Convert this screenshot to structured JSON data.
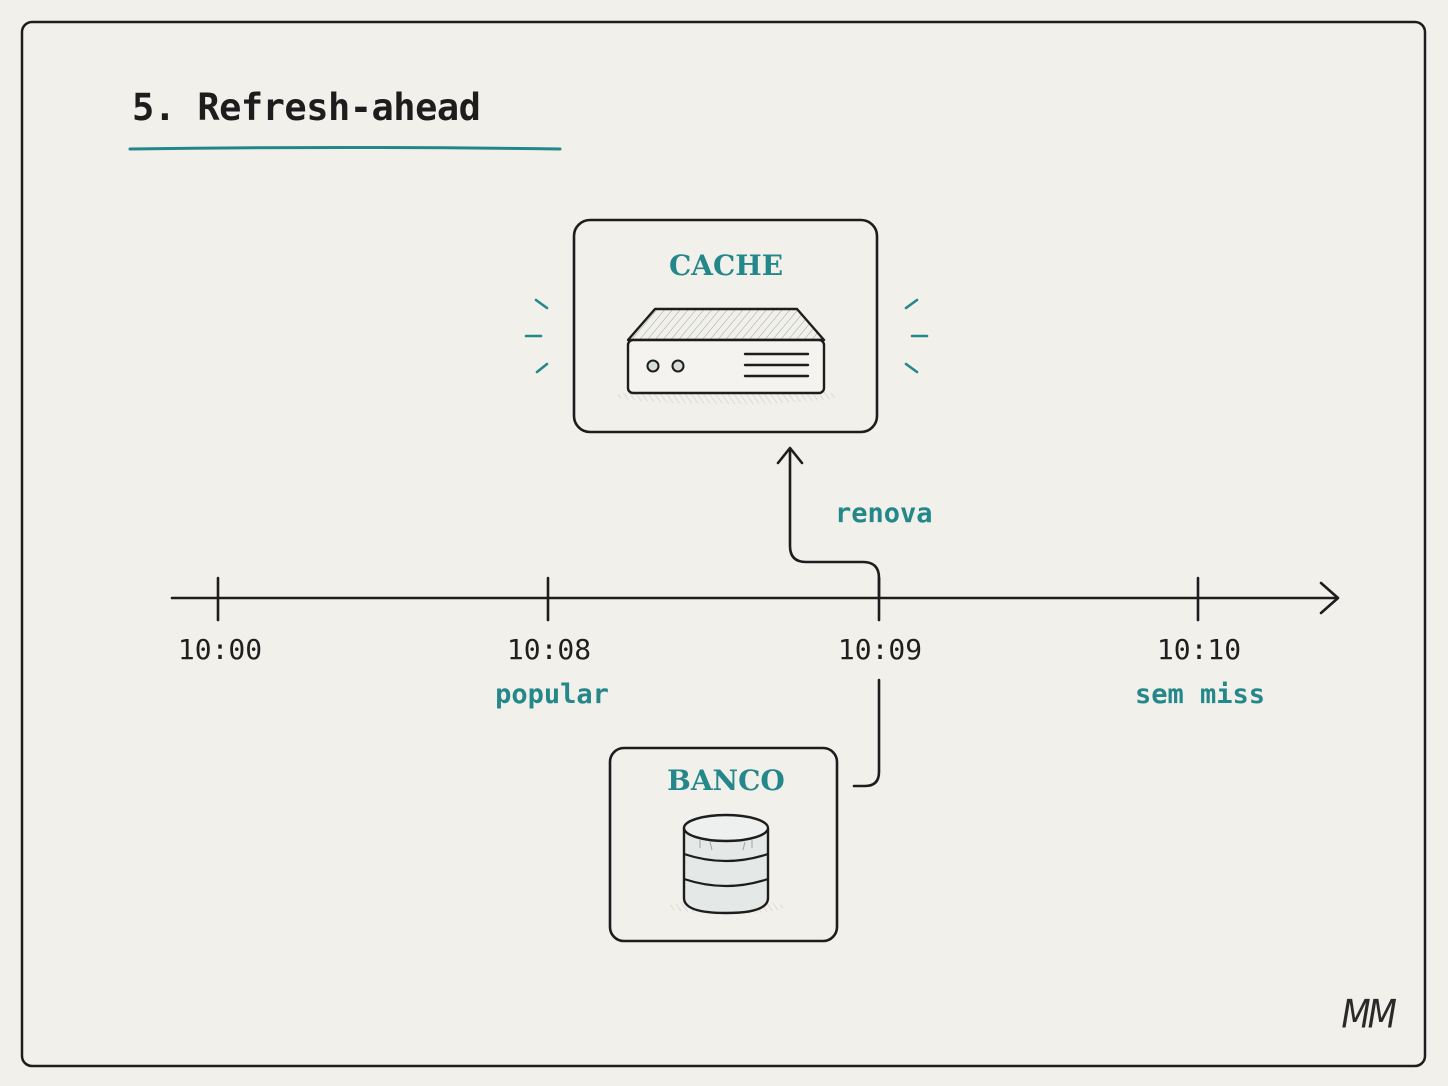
{
  "title": "5. Refresh-ahead",
  "nodes": {
    "cache": {
      "label": "CACHE",
      "icon": "server-icon"
    },
    "database": {
      "label": "BANCO",
      "icon": "database-icon"
    }
  },
  "timeline": {
    "ticks": [
      {
        "time": "10:00",
        "note": ""
      },
      {
        "time": "10:08",
        "note": "popular"
      },
      {
        "time": "10:09",
        "note": ""
      },
      {
        "time": "10:10",
        "note": "sem miss"
      }
    ]
  },
  "arrow": {
    "label": "renova"
  },
  "signature": "MM",
  "colors": {
    "accent": "#24878a",
    "ink": "#1d1d1d",
    "paper": "#f2f0ea"
  }
}
